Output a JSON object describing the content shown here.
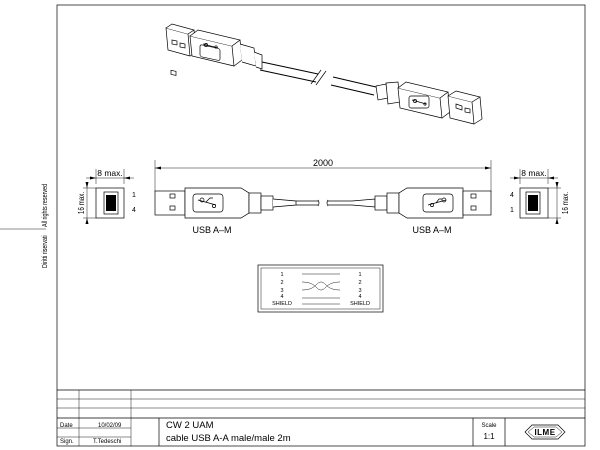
{
  "dimensions": {
    "length": "2000",
    "width_left": "8 max.",
    "width_right": "8 max.",
    "height_left": "16 max.",
    "height_right": "16 max."
  },
  "connectors": {
    "left_label": "USB  A–M",
    "right_label": "USB  A–M",
    "left_pins": [
      "1",
      "4"
    ],
    "right_pins": [
      "4",
      "1"
    ]
  },
  "wiring": {
    "left_pins": [
      "1",
      "2",
      "3",
      "4",
      "SHIELD"
    ],
    "right_pins": [
      "1",
      "2",
      "3",
      "4",
      "SHIELD"
    ]
  },
  "side_note": {
    "italian": "Diritti riservati",
    "english": "All rights reserved"
  },
  "title_block": {
    "date_label": "Date",
    "date_value": "10/02/09",
    "sign_label": "Sign.",
    "sign_value": "T.Tedeschi",
    "code": "CW 2 UAM",
    "description": "cable USB A-A male/male 2m",
    "scale_label": "Scale",
    "scale_value": "1:1",
    "logo_text": "ILME"
  }
}
